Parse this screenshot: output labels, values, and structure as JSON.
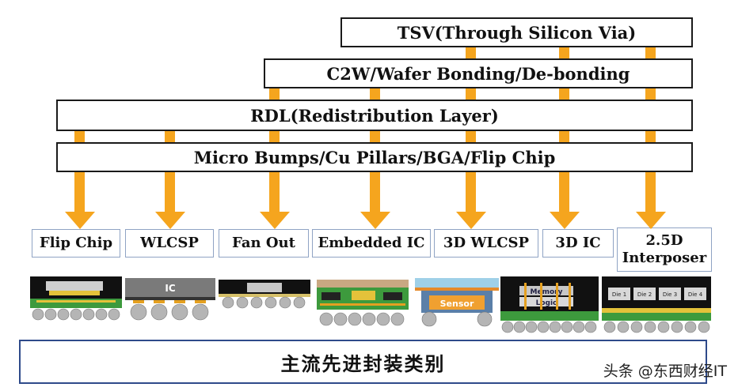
{
  "layers": {
    "tsv": "TSV(Through Silicon Via)",
    "c2w": "C2W/Wafer Bonding/De-bonding",
    "rdl": "RDL(Redistribution Layer)",
    "bumps": "Micro Bumps/Cu Pillars/BGA/Flip Chip"
  },
  "packages": [
    "Flip Chip",
    "WLCSP",
    "Fan Out",
    "Embedded IC",
    "3D WLCSP",
    "3D IC",
    "2.5D\nInterposer"
  ],
  "illustrations": {
    "wlcsp_label": "IC",
    "wlcsp3d_label": "Sensor",
    "ic3d_labels": [
      "Memory",
      "Logic"
    ],
    "interposer_labels": [
      "Die 1",
      "Die 2",
      "Die 3",
      "Die 4"
    ]
  },
  "caption": "主流先进封装类别",
  "watermark": "头条 @东西财经IT",
  "colors": {
    "arrow": "#f5a51e",
    "layer_border": "#1a1a1a",
    "caption_border": "#2e4a8a",
    "package_border": "#8fa3c4"
  }
}
